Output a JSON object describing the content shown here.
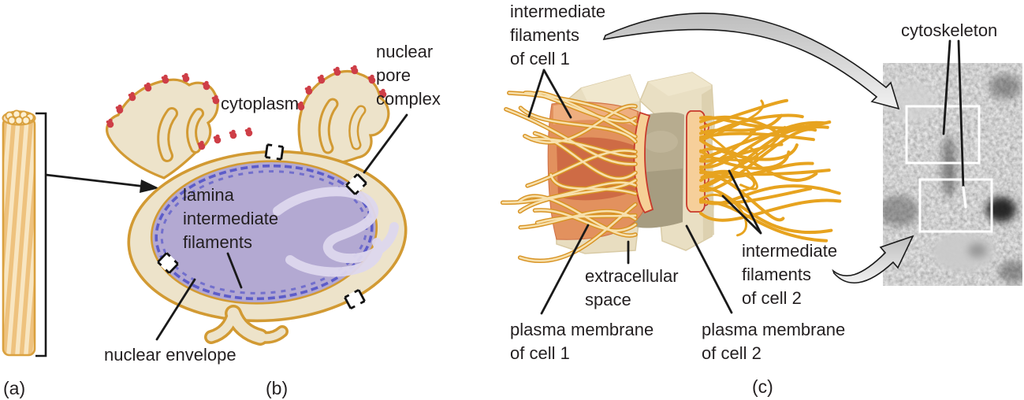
{
  "panels": {
    "a": {
      "tag": "(a)"
    },
    "b": {
      "tag": "(b)",
      "cytoplasm": "cytoplasm",
      "nuclear_pore_complex": "nuclear\npore\ncomplex",
      "lamina_intermediate_filaments": "lamina\nintermediate\nfilaments",
      "nuclear_envelope": "nuclear envelope"
    },
    "c": {
      "tag": "(c)",
      "intermediate_filaments_cell1": "intermediate\nfilaments\nof cell 1",
      "cytoskeleton": "cytoskeleton",
      "extracellular_space": "extracellular\nspace",
      "plasma_membrane_cell1": "plasma membrane\nof cell 1",
      "plasma_membrane_cell2": "plasma membrane\nof cell 2",
      "intermediate_filaments_cell2": "intermediate\nfilaments\nof cell 2"
    }
  },
  "colors": {
    "ink": "#231f20",
    "envelope_gold": "#d29a33",
    "envelope_cream": "#ede3ca",
    "nucleus_purple": "#b3a9d2",
    "lamina_blue": "#5c5cc9",
    "chromatin_white": "#ded8ee",
    "ribosome_red": "#ce3e47",
    "rope_fill": "#f8e6c2",
    "rope_stripe": "#eec27e",
    "membrane_red": "#c8392b",
    "membrane_peach": "#f6cf96",
    "plaque_orange": "#e2915e",
    "plaque_dark": "#c75f3e",
    "block_tan": "#e8ddc0",
    "block_gray": "#b7ac8f",
    "filament_outline": "#d89323",
    "filament_core": "#f7e0ac",
    "filament_solid": "#e7a31f"
  }
}
